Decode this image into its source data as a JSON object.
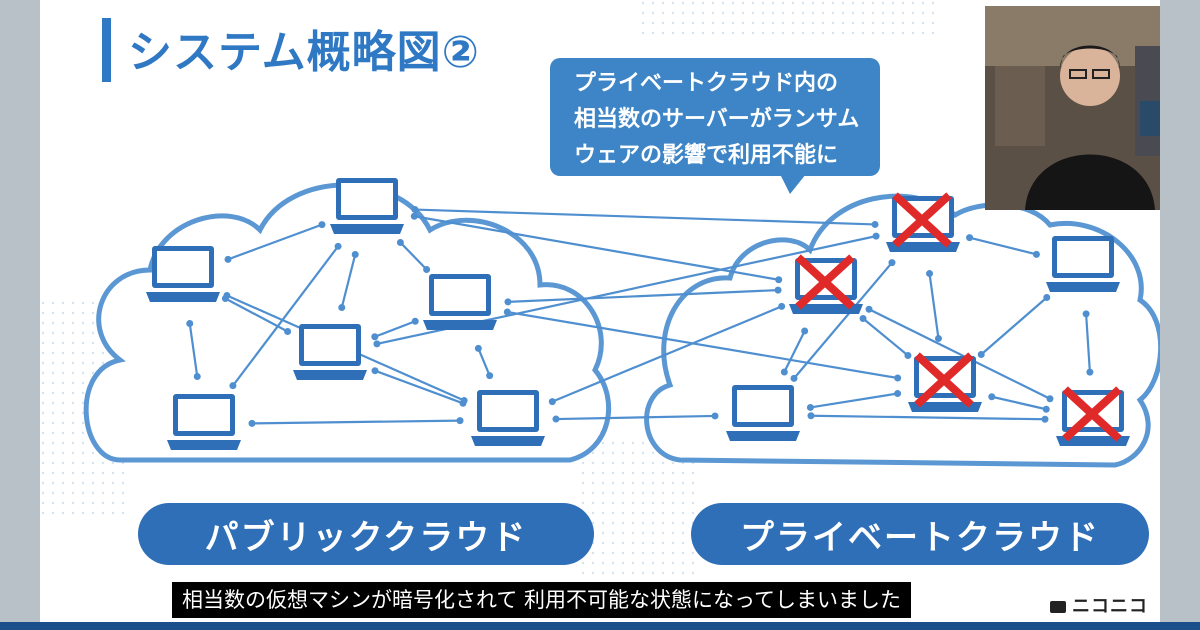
{
  "title": "システム概略図②",
  "callout": {
    "lines": [
      "プライベートクラウド内の",
      "相当数のサーバーがランサム",
      "ウェアの影響で利用不能に"
    ]
  },
  "labels": {
    "public": "パブリッククラウド",
    "private": "プライベートクラウド"
  },
  "subtitle": "相当数の仮想マシンが暗号化されて 利用不可能な状態になってしまいました",
  "logo": "ニコニコ",
  "colors": {
    "accent": "#2f78c4",
    "laptop": "#2f6fb7",
    "line": "#4f8fd0",
    "cloud": "#4f8fd0",
    "cross": "#e02a2a"
  },
  "public_laptops": [
    {
      "name": "laptop-public-top"
    },
    {
      "name": "laptop-public-left"
    },
    {
      "name": "laptop-public-mid-right"
    },
    {
      "name": "laptop-public-center"
    },
    {
      "name": "laptop-public-bottom-left"
    },
    {
      "name": "laptop-public-bottom-right"
    }
  ],
  "private_laptops": [
    {
      "name": "laptop-private-top",
      "disabled": true
    },
    {
      "name": "laptop-private-left",
      "disabled": true
    },
    {
      "name": "laptop-private-right",
      "disabled": false
    },
    {
      "name": "laptop-private-center",
      "disabled": true
    },
    {
      "name": "laptop-private-bottom-left",
      "disabled": false
    },
    {
      "name": "laptop-private-bottom-right",
      "disabled": true
    }
  ]
}
